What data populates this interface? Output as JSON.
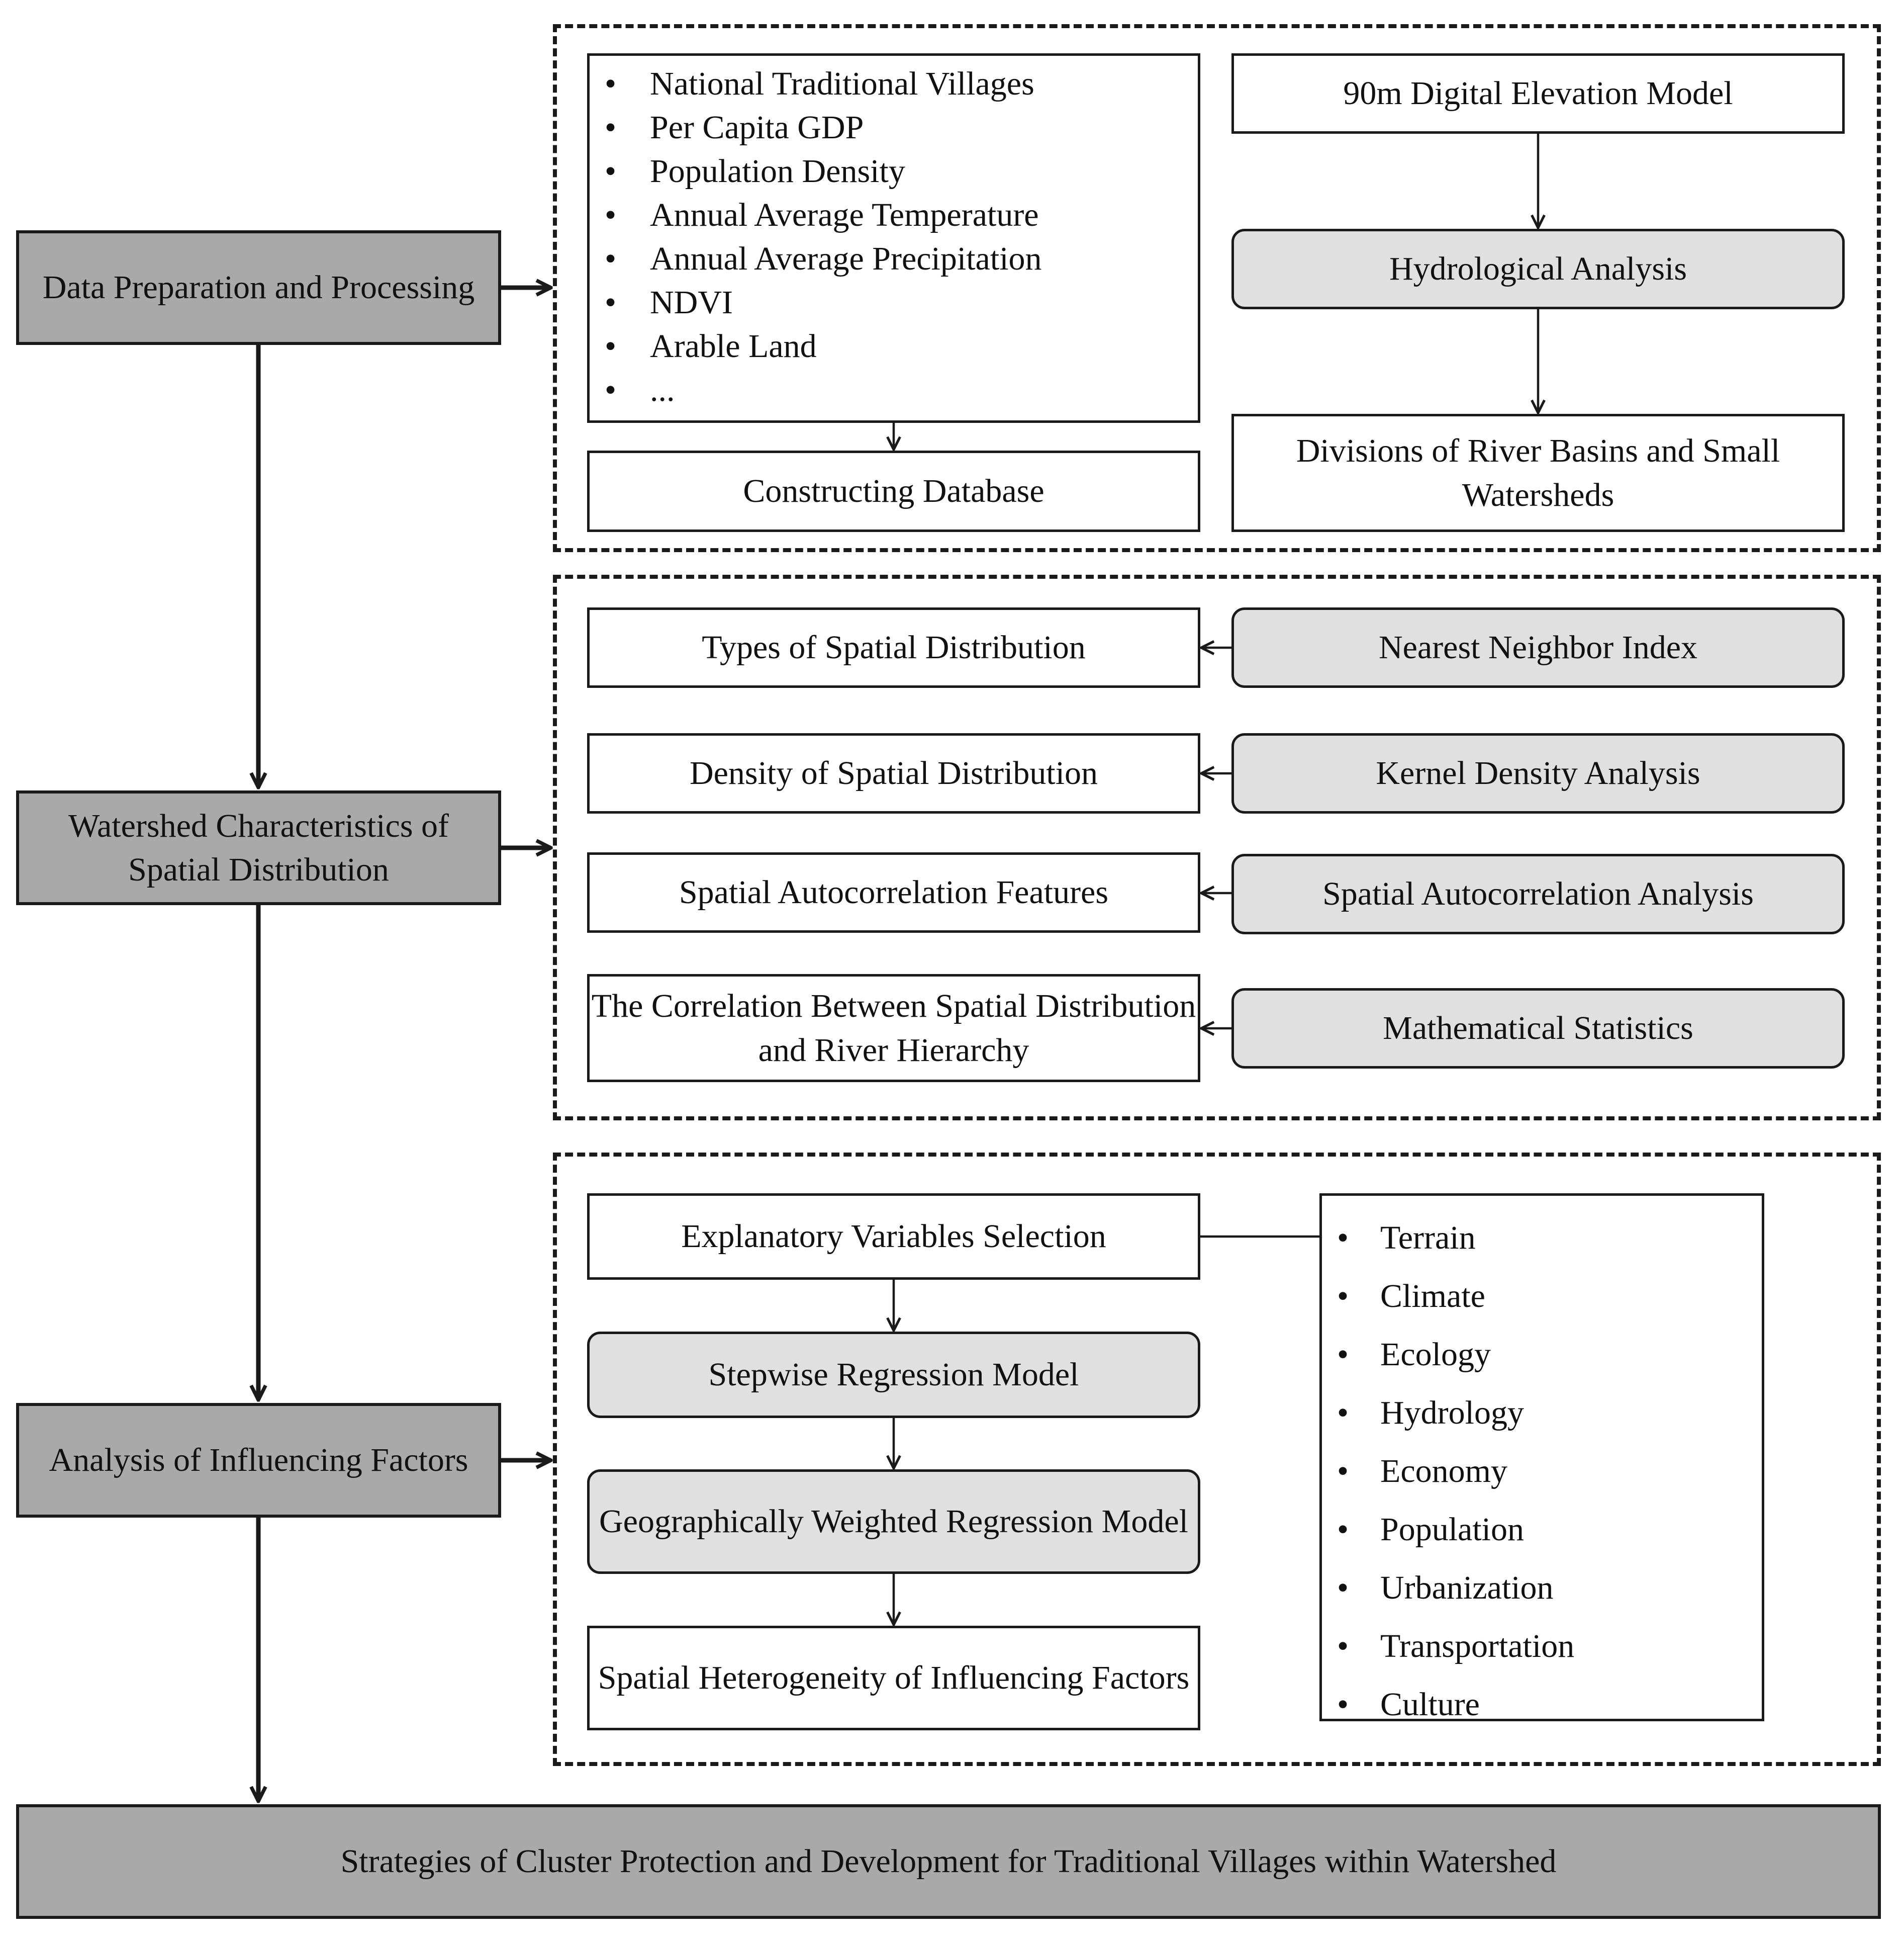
{
  "stages": {
    "s1": "Data Preparation and Processing",
    "s2": "Watershed Characteristics of Spatial Distribution",
    "s3": "Analysis of Influencing Factors",
    "s4": "Strategies of Cluster Protection and Development for Traditional Villages within Watershed"
  },
  "section1": {
    "data_items": [
      "National Traditional Villages",
      "Per Capita GDP",
      "Population Density",
      "Annual Average Temperature",
      "Annual Average Precipitation",
      "NDVI",
      "Arable Land",
      "..."
    ],
    "database": "Constructing Database",
    "dem": "90m Digital Elevation Model",
    "hydro": "Hydrological Analysis",
    "divisions": "Divisions of River Basins and Small Watersheds"
  },
  "section2": {
    "results": [
      "Types of Spatial Distribution",
      "Density of Spatial Distribution",
      "Spatial Autocorrelation Features",
      "The Correlation Between Spatial Distribution and River Hierarchy"
    ],
    "methods": [
      "Nearest Neighbor Index",
      "Kernel Density Analysis",
      "Spatial Autocorrelation Analysis",
      "Mathematical Statistics"
    ]
  },
  "section3": {
    "explanatory": "Explanatory Variables Selection",
    "stepwise": "Stepwise Regression Model",
    "gwr": "Geographically Weighted Regression Model",
    "heterogeneity": "Spatial Heterogeneity of Influencing Factors",
    "factors": [
      "Terrain",
      "Climate",
      "Ecology",
      "Hydrology",
      "Economy",
      "Population",
      "Urbanization",
      "Transportation",
      "Culture"
    ]
  }
}
